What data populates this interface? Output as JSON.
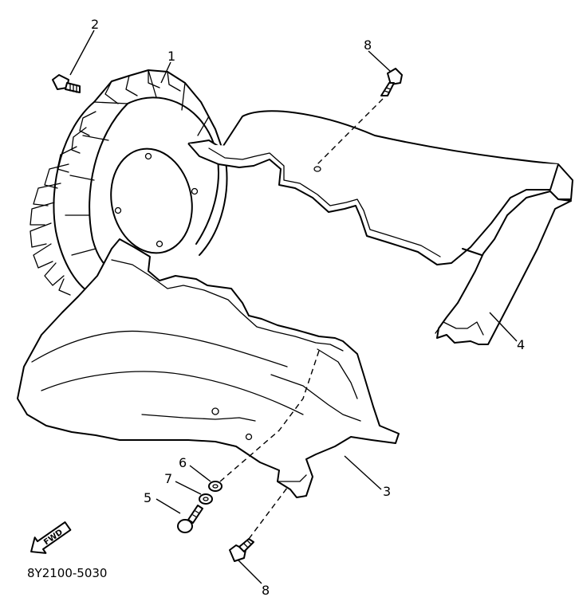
{
  "diagram": {
    "callouts": {
      "c1": "1",
      "c2": "2",
      "c3": "3",
      "c4": "4",
      "c5": "5",
      "c6": "6",
      "c7": "7",
      "c8_top": "8",
      "c8_bottom": "8"
    },
    "fwd_label": "FWD",
    "drawing_code": "8Y2100-5030"
  }
}
